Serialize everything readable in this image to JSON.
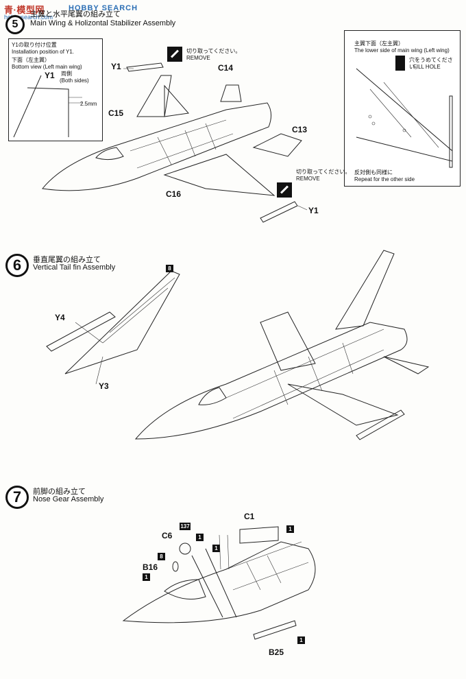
{
  "watermark": {
    "site": "青·模型网",
    "search": "HOBBY SEARCH",
    "url": "hobbysearch.com"
  },
  "step5": {
    "number": "5",
    "title_jp": "主翼と水平尾翼の組み立て",
    "title_en": "Main Wing & Holizontal Stabilizer Assembly",
    "inset_left": {
      "line1": "Y1の取り付け位置",
      "line2": "Installation position of Y1.",
      "line3": "下面（左主翼）",
      "line4": "Bottom view (Left main wing)",
      "part": "Y1",
      "both_jp": "両側",
      "both_en": "(Both sides)",
      "dim": "2.5mm"
    },
    "inset_right": {
      "line1": "主翼下面（左主翼）",
      "line2": "The lower side of main wing (Left wing)",
      "fill_jp": "穴をうめてください。",
      "fill_en": "FILL HOLE",
      "repeat_jp": "反対側も同様に",
      "repeat_en": "Repeat for the other side"
    },
    "remove_jp": "切り取ってください。",
    "remove_en": "REMOVE",
    "parts": {
      "y1_top": "Y1",
      "c14": "C14",
      "c15": "C15",
      "c13": "C13",
      "c16": "C16",
      "y1_bottom": "Y1"
    }
  },
  "step6": {
    "number": "6",
    "title_jp": "垂直尾翼の組み立て",
    "title_en": "Vertical Tail fin Assembly",
    "parts": {
      "y4": "Y4",
      "y3": "Y3",
      "badge": "8"
    }
  },
  "step7": {
    "number": "7",
    "title_jp": "前脚の組み立て",
    "title_en": "Nose Gear Assembly",
    "parts": {
      "c1": "C1",
      "c6": "C6",
      "b16": "B16",
      "b25": "B25",
      "badge_137": "137",
      "badge_8": "8",
      "badge_1a": "1",
      "badge_1b": "1",
      "badge_1c": "1",
      "badge_1d": "1",
      "badge_1e": "1"
    }
  }
}
